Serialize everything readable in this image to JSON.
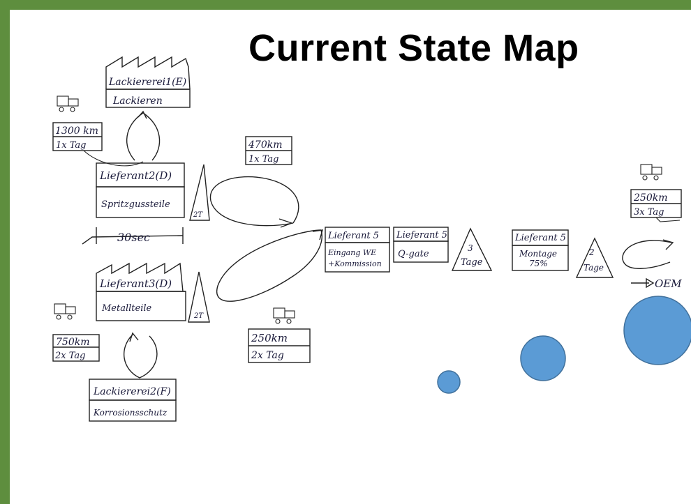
{
  "slide": {
    "title": "Current State Map",
    "frame_color": "#5e8e3e",
    "bubble_color": "#5b9bd5"
  },
  "processes": {
    "lackiererei1": {
      "name": "Lackiererei1(E)",
      "activity": "Lackieren"
    },
    "lieferant2": {
      "name": "Lieferant2(D)",
      "activity": "Spritzgussteile"
    },
    "lieferant3": {
      "name": "Lieferant3(D)",
      "activity": "Metallteile"
    },
    "lackiererei2": {
      "name": "Lackiererei2(F)",
      "activity": "Korrosionsschutz"
    },
    "lieferant5_eingang": {
      "name": "Lieferant 5",
      "activity_line1": "Eingang WE",
      "activity_line2": "+Kommission"
    },
    "lieferant5_qgate": {
      "name": "Lieferant 5",
      "activity": "Q-gate"
    },
    "lieferant5_montage": {
      "name": "Lieferant 5",
      "activity_line1": "Montage",
      "activity_line2": "75%"
    }
  },
  "inventories": {
    "lieferant2_inv": "2T",
    "lieferant3_inv": "2T",
    "qgate_inv_line1": "3",
    "qgate_inv_line2": "Tage",
    "montage_inv_line1": "2",
    "montage_inv_line2": "Tage"
  },
  "transports": {
    "t1": {
      "distance": "1300 km",
      "frequency": "1x Tag"
    },
    "t2": {
      "distance": "470km",
      "frequency": "1x Tag"
    },
    "t3": {
      "distance": "750km",
      "frequency": "2x Tag"
    },
    "t4": {
      "distance": "250km",
      "frequency": "2x Tag"
    },
    "t5": {
      "distance": "250km",
      "frequency": "3x Tag"
    }
  },
  "cycle_time": "30sec",
  "customer": "OEM",
  "icons": [
    "truck-icon",
    "factory-icon",
    "inventory-triangle-icon",
    "loop-arrow-icon",
    "push-arrow-icon"
  ]
}
